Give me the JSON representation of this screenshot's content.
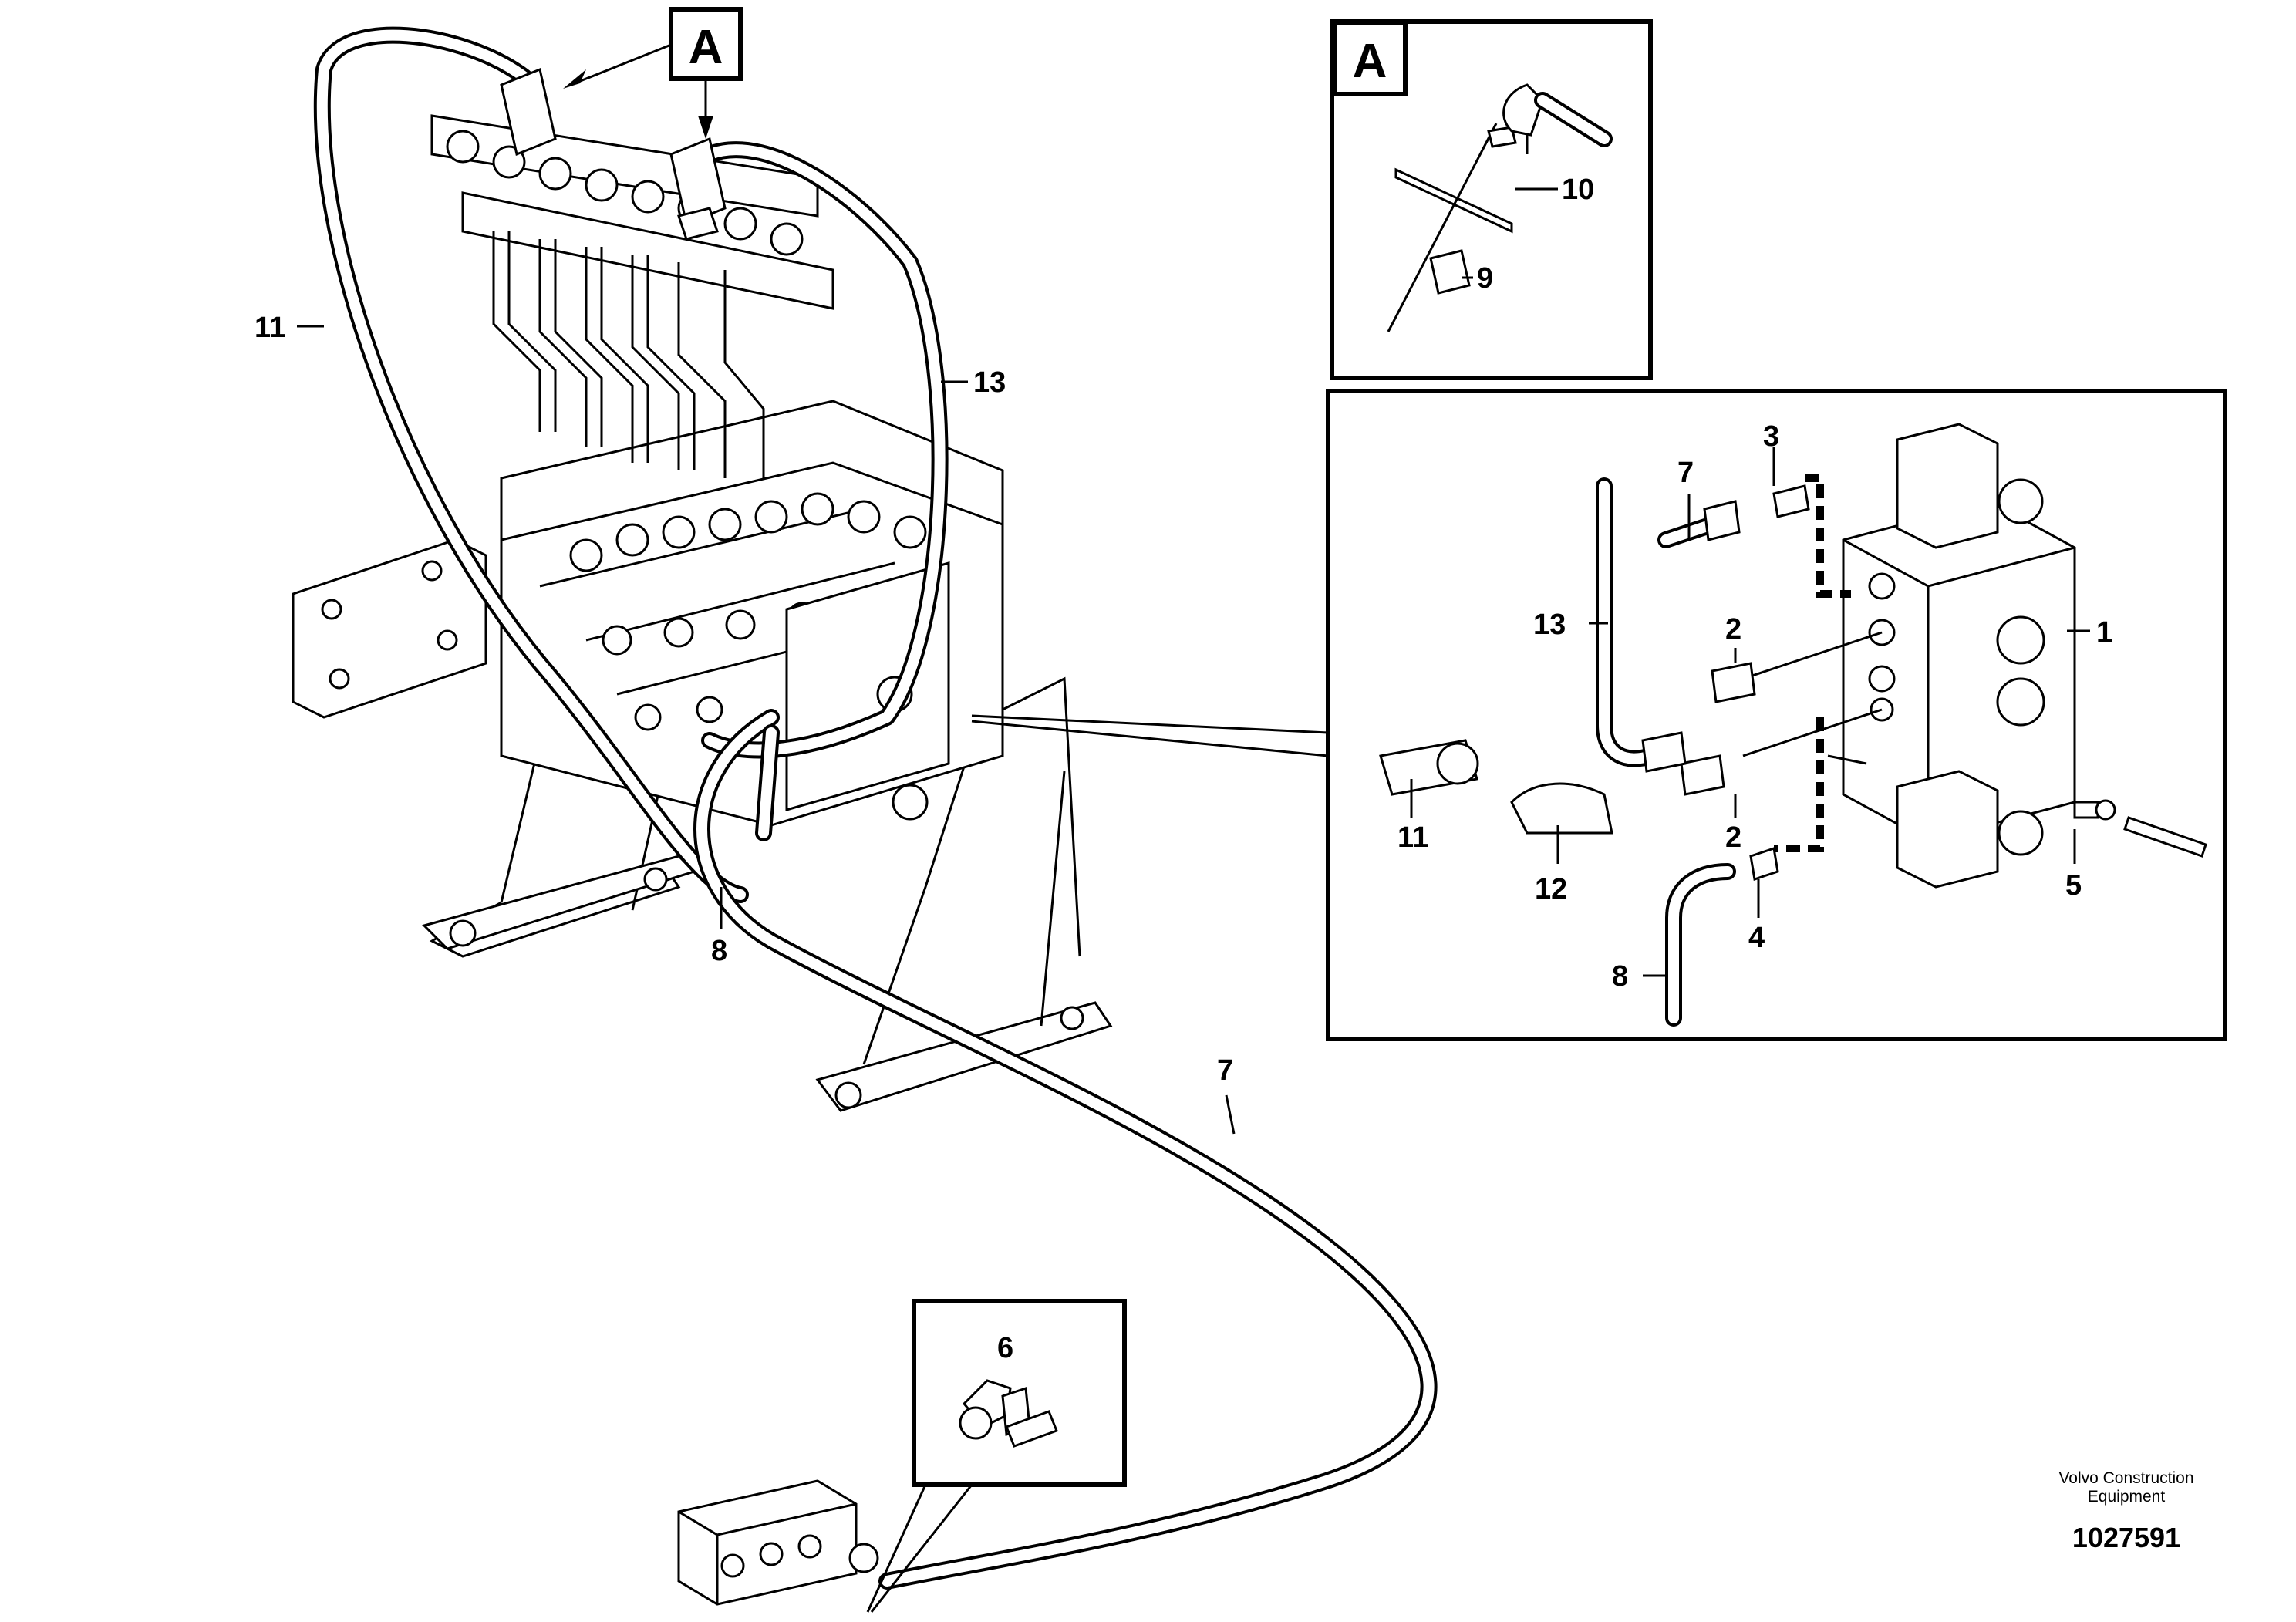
{
  "diagram": {
    "callouts": {
      "section_a_main": "A",
      "section_a_inset": "A",
      "p1": "1",
      "p2a": "2",
      "p2b": "2",
      "p3": "3",
      "p4": "4",
      "p5": "5",
      "p6": "6",
      "p7_main": "7",
      "p7_detail": "7",
      "p8_main": "8",
      "p8_detail": "8",
      "p9": "9",
      "p10": "10",
      "p11_main": "11",
      "p11_detail": "11",
      "p12": "12",
      "p13_main": "13",
      "p13_detail": "13"
    }
  },
  "footer": {
    "company_line1": "Volvo Construction",
    "company_line2": "Equipment",
    "document_number": "1027591"
  }
}
